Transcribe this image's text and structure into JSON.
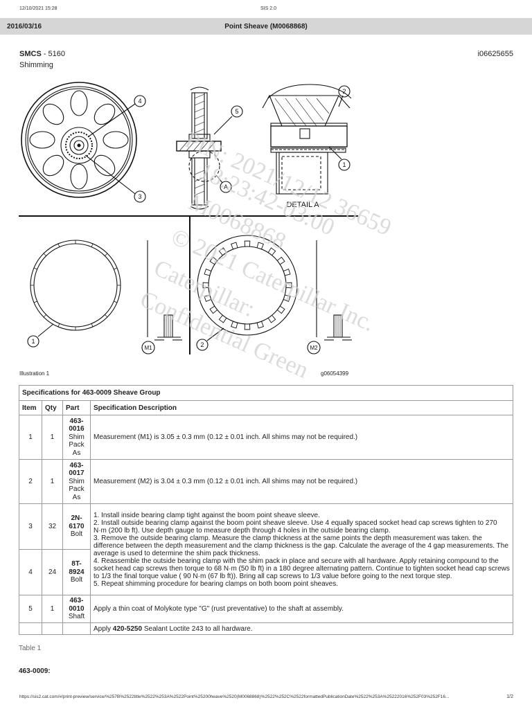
{
  "browser": {
    "timestamp": "12/10/2021 15:28",
    "app_name": "SIS 2.0",
    "footer_url": "https://sis2.cat.com/#/print-preview/service/%257B%2522title%2522%253A%2522Point%25200heave%2520(M0068868)%2522%252C%2522formattedPublicationDate%2522%253A%25222016%252F03%252F16...",
    "page_number": "1/2"
  },
  "header": {
    "date": "2016/03/16",
    "title": "Point Sheave (M0068868)"
  },
  "doc": {
    "smcs_label": "SMCS",
    "smcs_value": " - 5160",
    "subtitle": "Shimming",
    "doc_id": "i06625655"
  },
  "illustration": {
    "detail_label": "DETAIL A",
    "callouts": [
      "1",
      "2",
      "3",
      "4",
      "5",
      "A",
      "M1",
      "M2"
    ],
    "caption": "Illustration 1",
    "graphic_id": "g06054399"
  },
  "watermark": {
    "lines": [
      "PIN: 2021/12/12 36659",
      "18:23:42-03:00",
      "M0068868",
      "© 2021 Caterpillar Inc.",
      "Caterpillar:",
      "Confidential Green"
    ]
  },
  "table": {
    "caption_prefix": "Specifications for ",
    "caption_part": "463-0009",
    "caption_suffix": " Sheave Group",
    "headers": [
      "Item",
      "Qty",
      "Part",
      "Specification Description"
    ],
    "rows": [
      {
        "item": "1",
        "qty": "1",
        "part_no": "463-0016",
        "part_name": "Shim Pack As",
        "desc": "Measurement (M1) is 3.05 ± 0.3 mm (0.12 ± 0.01 inch. All shims may not be required.)"
      },
      {
        "item": "2",
        "qty": "1",
        "part_no": "463-0017",
        "part_name": "Shim Pack As",
        "desc": "Measurement (M2) is 3.04 ± 0.3 mm (0.12 ± 0.01 inch. All shims may not be required.)"
      },
      {
        "item": "3",
        "qty": "32",
        "part_no": "2N-6170",
        "part_name": "Bolt"
      },
      {
        "item": "4",
        "qty": "24",
        "part_no": "8T-8924",
        "part_name": "Bolt"
      },
      {
        "item": "5",
        "qty": "1",
        "part_no": "463-0010",
        "part_name": "Shaft",
        "desc": "Apply a thin coat of Molykote type \"G\" (rust preventative) to the shaft at assembly."
      }
    ],
    "procedure": [
      "1. Install inside bearing clamp tight against the boom point sheave sleeve.",
      "2. Install outside bearing clamp against the boom point sheave sleeve. Use 4 equally spaced socket head cap screws tighten to 270 N·m (200 lb ft). Use depth gauge to measure depth through 4 holes in the outside bearing clamp.",
      "3. Remove the outside bearing clamp. Measure the clamp thickness at the same points the depth measurement was taken. the difference between the depth measurement and the clamp thickness is the gap. Calculate the average of the 4 gap measurements. The average is used to determine the shim pack thickness.",
      "4. Reassemble the outside bearing clamp with the shim pack in place and secure with all hardware. Apply retaining compound to the socket head cap screws then torque to 68 N·m (50 lb ft) in a 180 degree alternating pattern. Continue to tighten socket head cap screws to 1/3 the final torque value ( 90 N·m (67 lb ft)). Bring all cap screws to 1/3 value before going to the next torque step.",
      "5. Repeat shimming procedure for bearing clamps on both boom point sheaves."
    ],
    "last_row_prefix": "Apply ",
    "last_row_part": "420-5250",
    "last_row_suffix": " Sealant Loctite 243 to all hardware."
  },
  "footer": {
    "table_label": "Table 1",
    "group_label": "463-0009:"
  }
}
